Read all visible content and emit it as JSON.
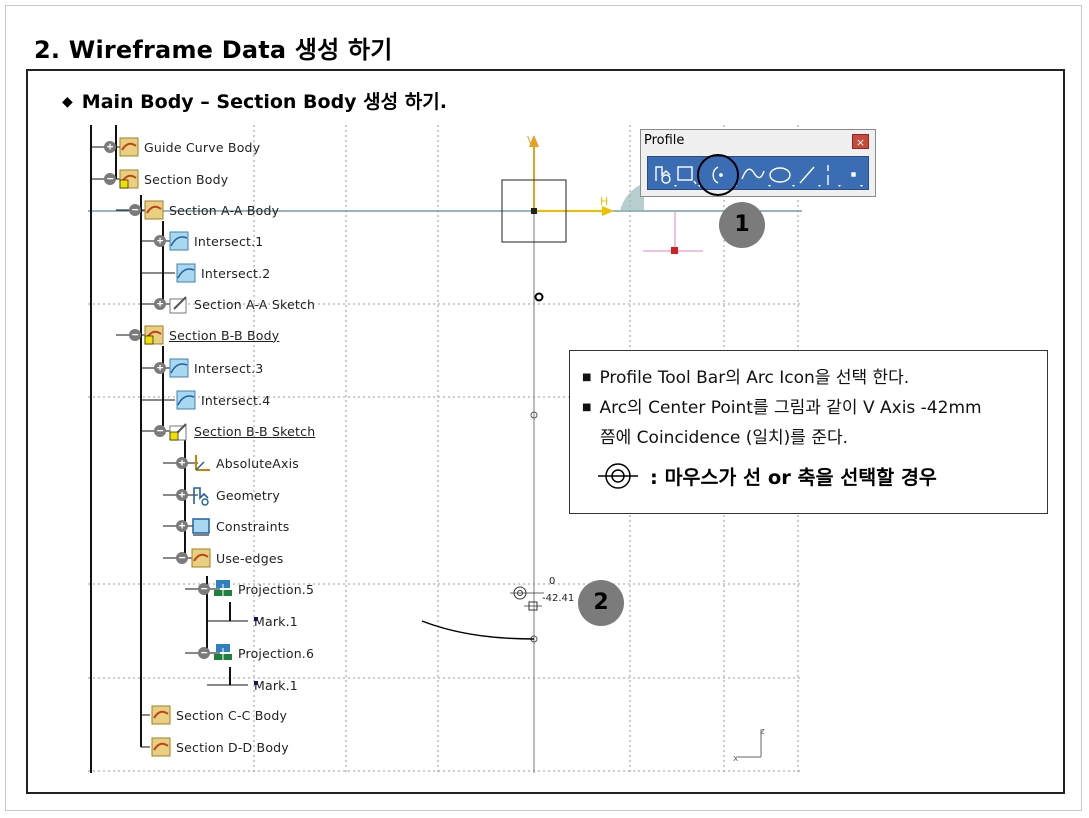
{
  "slide": {
    "title": "2. Wireframe Data 생성 하기",
    "bullet": "Main Body – Section Body 생성 하기."
  },
  "tree": {
    "items": [
      {
        "label": "Guide Curve Body",
        "expander": "+",
        "underline": false
      },
      {
        "label": "Section Body",
        "expander": "−",
        "underline": false
      },
      {
        "label": "Section A-A Body",
        "expander": "−",
        "underline": false
      },
      {
        "label": "Intersect.1",
        "expander": "+",
        "underline": false
      },
      {
        "label": "Intersect.2",
        "expander": "",
        "underline": false
      },
      {
        "label": "Section A-A Sketch",
        "expander": "+",
        "underline": false
      },
      {
        "label": "Section B-B Body",
        "expander": "−",
        "underline": true
      },
      {
        "label": "Intersect.3",
        "expander": "+",
        "underline": false
      },
      {
        "label": "Intersect.4",
        "expander": "",
        "underline": false
      },
      {
        "label": "Section B-B Sketch",
        "expander": "−",
        "underline": true
      },
      {
        "label": "AbsoluteAxis",
        "expander": "+",
        "underline": false
      },
      {
        "label": "Geometry",
        "expander": "+",
        "underline": false
      },
      {
        "label": "Constraints",
        "expander": "+",
        "underline": false
      },
      {
        "label": "Use-edges",
        "expander": "−",
        "underline": false
      },
      {
        "label": "Projection.5",
        "expander": "−",
        "underline": false
      },
      {
        "label": "Mark.1",
        "expander": "",
        "underline": false
      },
      {
        "label": "Projection.6",
        "expander": "−",
        "underline": false
      },
      {
        "label": "Mark.1",
        "expander": "",
        "underline": false
      },
      {
        "label": "Section C-C Body",
        "expander": "",
        "underline": false
      },
      {
        "label": "Section D-D Body",
        "expander": "",
        "underline": false
      }
    ]
  },
  "sketch": {
    "v_axis": "V",
    "h_axis": "H",
    "dim_zero": "0",
    "dim_value": "-42.41",
    "compass_z": "z",
    "compass_x": "x"
  },
  "toolbar": {
    "title": "Profile",
    "close": "×",
    "icons": [
      "profile-icon",
      "rectangle-icon",
      "arc-icon",
      "spline-icon",
      "ellipse-icon",
      "line-icon",
      "axis-icon",
      "point-icon"
    ]
  },
  "badges": {
    "one": "1",
    "two": "2"
  },
  "info": {
    "line1": "Profile Tool Bar의 Arc Icon을 선택 한다.",
    "line2": "Arc의 Center Point를 그림과 같이 V Axis -42mm",
    "line3": "쯤에 Coincidence (일치)를 준다.",
    "emphasis": ": 마우스가 선 or 축을 선택할 경우"
  },
  "colors": {
    "badge": "#7b7b7b",
    "axis_v": "#e8a020",
    "axis_h": "#f0c000",
    "selection": "#c8d8e8"
  }
}
